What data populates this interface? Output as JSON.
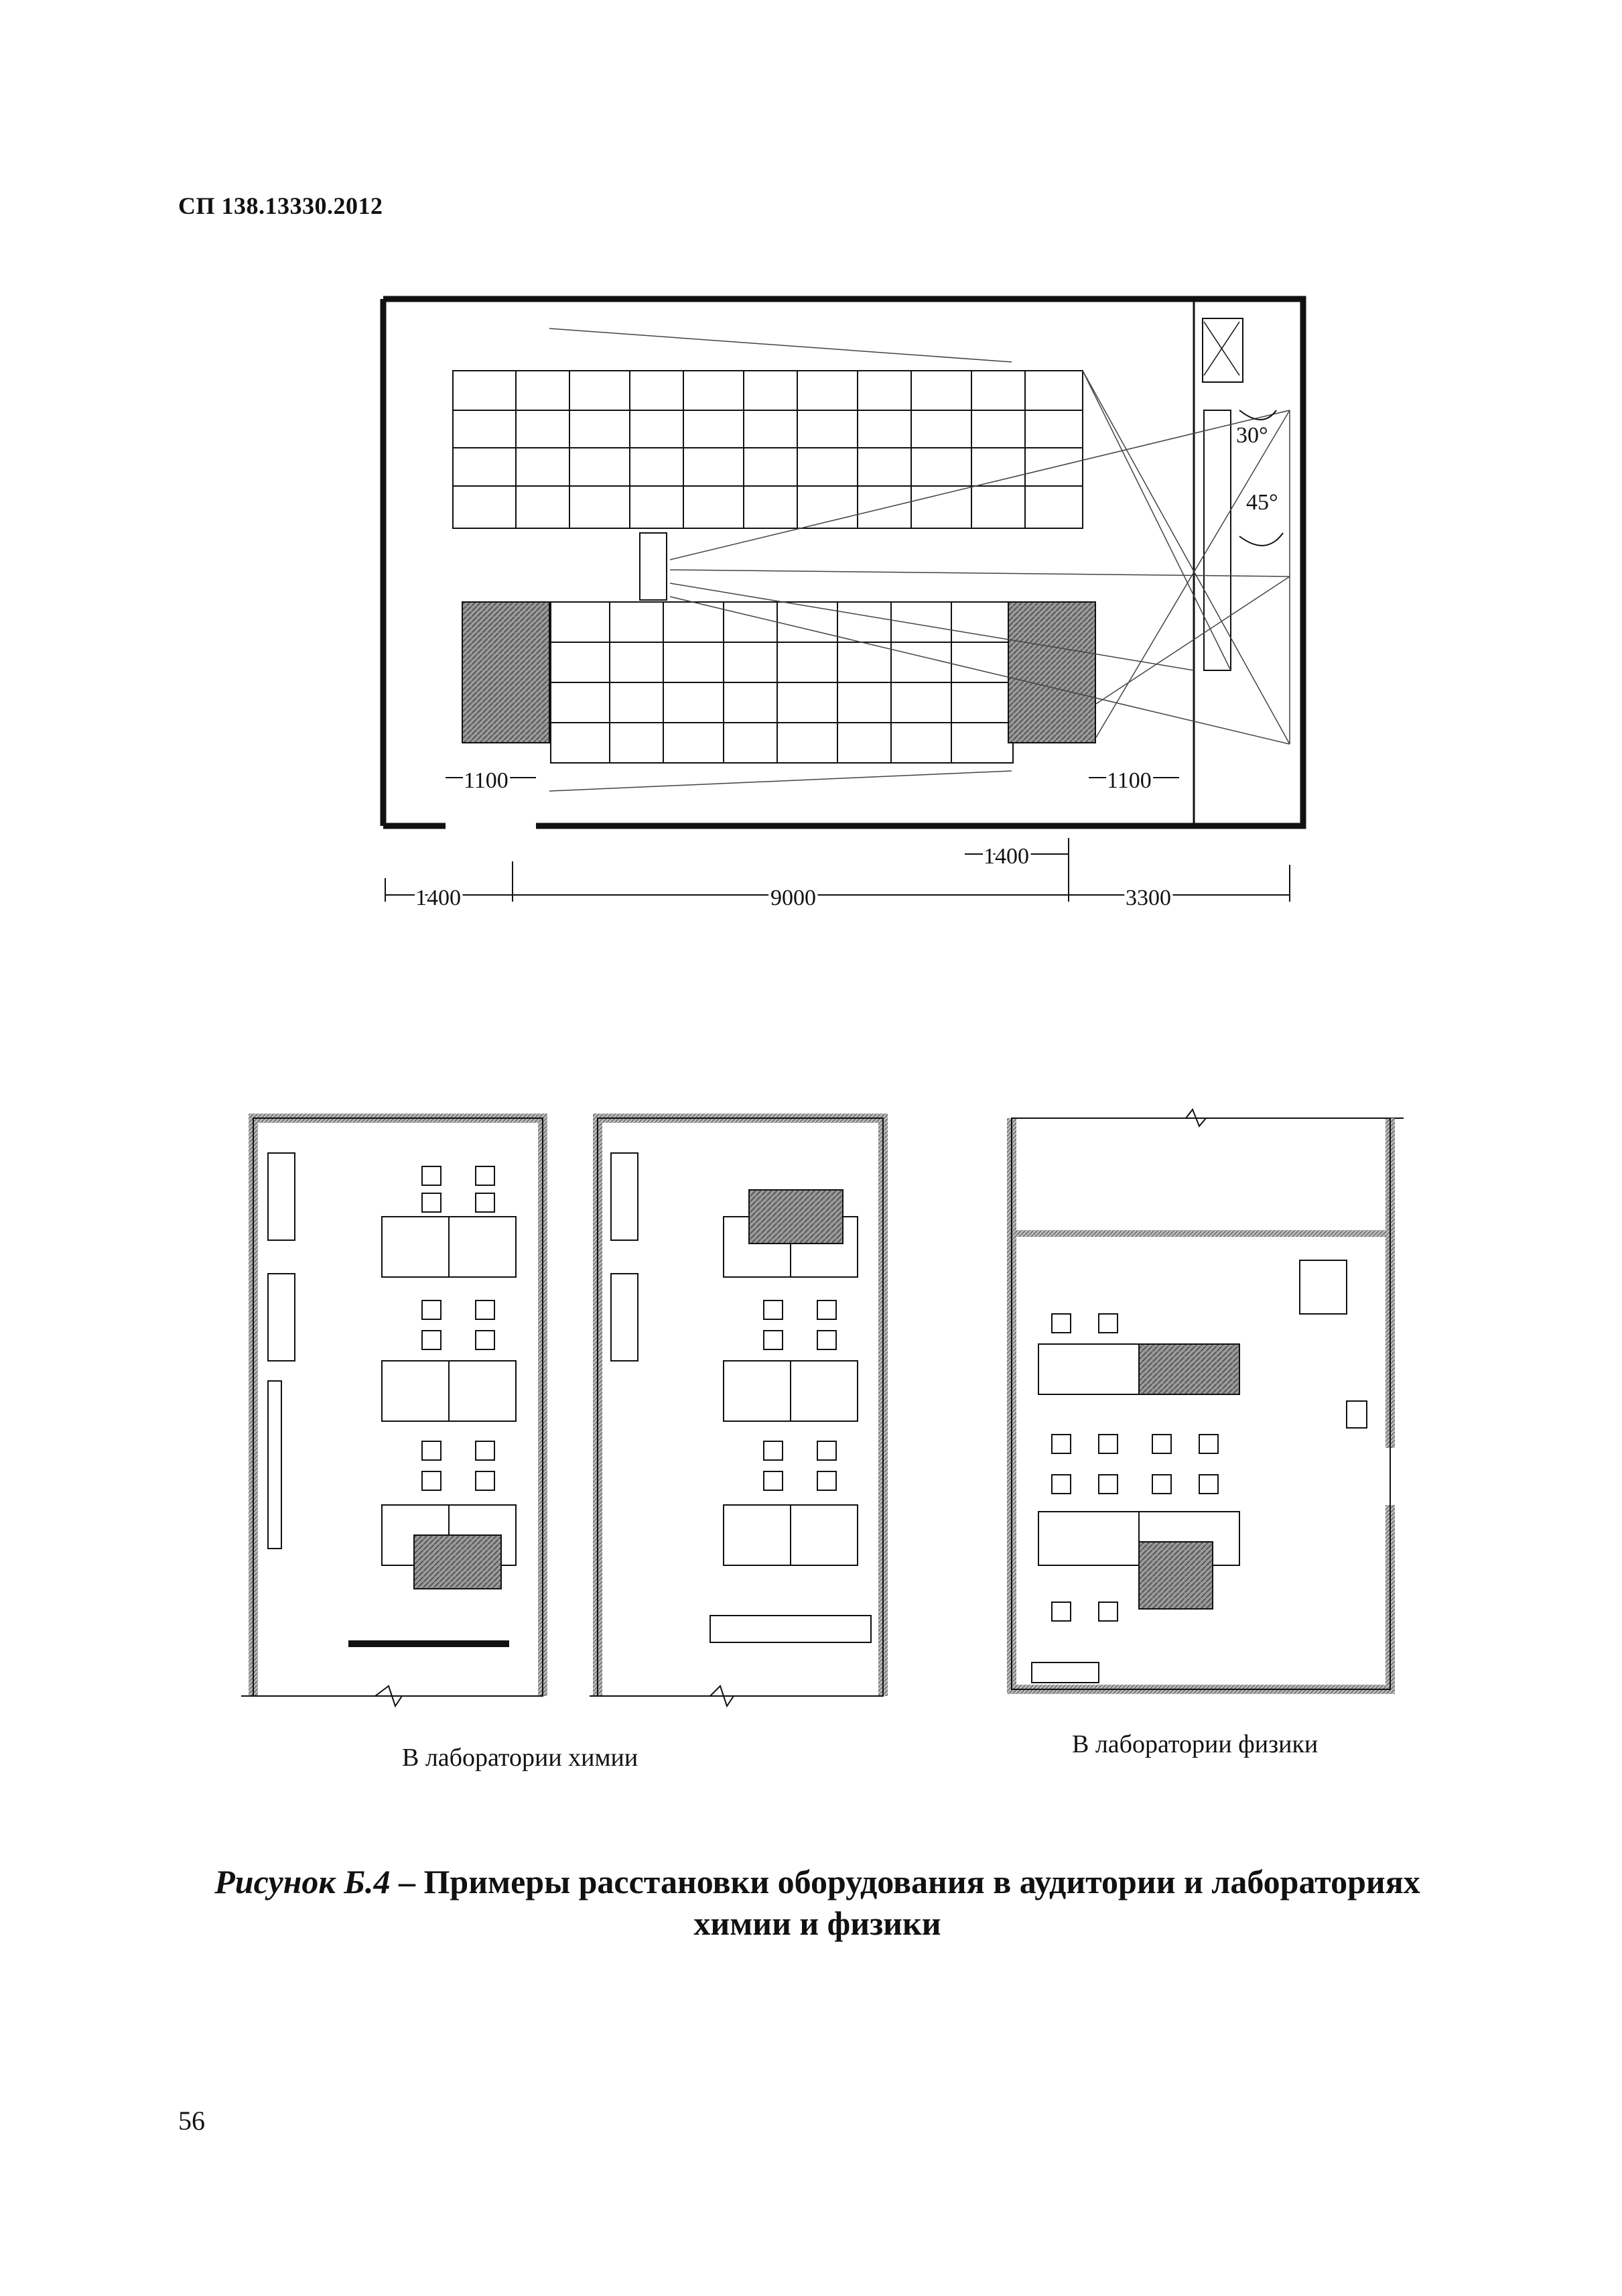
{
  "header": {
    "doc_code": "СП 138.13330.2012"
  },
  "auditorium_plan": {
    "angles": [
      "30°",
      "45°"
    ],
    "dimensions": {
      "aisle_left": "1100",
      "aisle_right": "1100",
      "offset": "1400",
      "segment_left": "1400",
      "segment_main": "9000",
      "segment_right": "3300"
    }
  },
  "chemistry_lab": {
    "caption": "В лаборатории химии"
  },
  "physics_lab": {
    "caption": "В лаборатории физики"
  },
  "figure": {
    "label": "Рисунок Б.4",
    "dash": " – ",
    "title_line1": "Примеры расстановки оборудования в аудитории и лабораториях",
    "title_line2": "химии и физики"
  },
  "footer": {
    "page_number": "56"
  }
}
